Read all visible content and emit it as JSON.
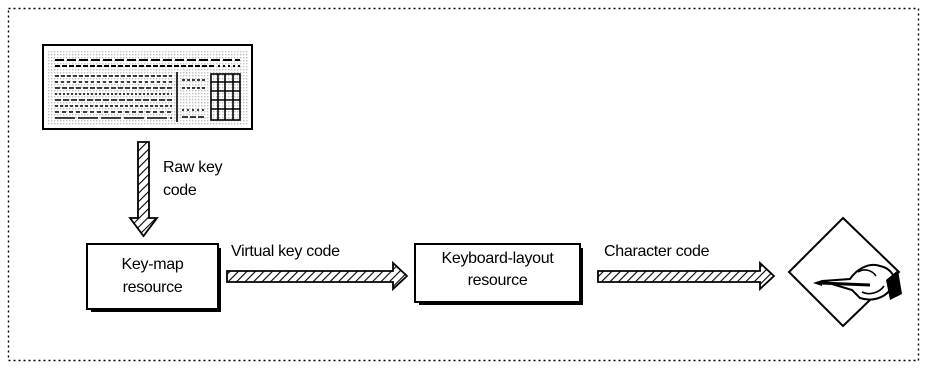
{
  "diagram": {
    "arrows": {
      "raw_key_code": {
        "line1": "Raw key",
        "line2": "code"
      },
      "virtual_key_code": "Virtual key code",
      "character_code": "Character code"
    },
    "boxes": {
      "key_map": {
        "line1": "Key-map",
        "line2": "resource"
      },
      "keyboard_layout": {
        "line1": "Keyboard-layout",
        "line2": "resource"
      }
    },
    "icons": {
      "keyboard": "keyboard-icon",
      "application": "hand-with-pen-icon"
    },
    "colors": {
      "ink": "#000000",
      "background": "#ffffff"
    }
  }
}
